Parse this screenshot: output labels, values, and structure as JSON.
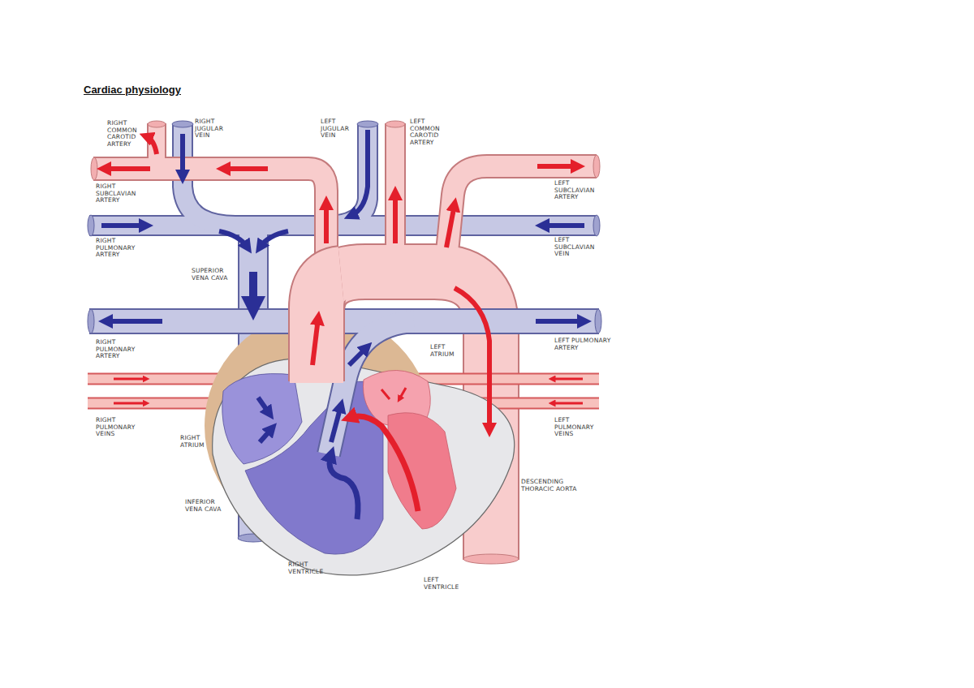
{
  "diagram": {
    "title": "Cardiac physiology",
    "labels": [
      "RIGHT COMMON CAROTID ARTERY",
      "RIGHT JUGULAR VEIN",
      "LEFT JUGULAR VEIN",
      "LEFT COMMON CAROTID ARTERY",
      "RIGHT SUBCLAVIAN ARTERY",
      "LEFT SUBCLAVIAN ARTERY",
      "RIGHT PULMONARY ARTERY",
      "LEFT SUBCLAVIAN VEIN",
      "SUPERIOR VENA CAVA",
      "RIGHT PULMONARY ARTERY",
      "LEFT ATRIUM",
      "LEFT PULMONARY ARTERY",
      "RIGHT PULMONARY VEINS",
      "LEFT PULMONARY VEINS",
      "RIGHT ATRIUM",
      "INFERIOR VENA CAVA",
      "DESCENDING THORACIC AORTA",
      "RIGHT VENTRICLE",
      "LEFT VENTRICLE"
    ]
  }
}
